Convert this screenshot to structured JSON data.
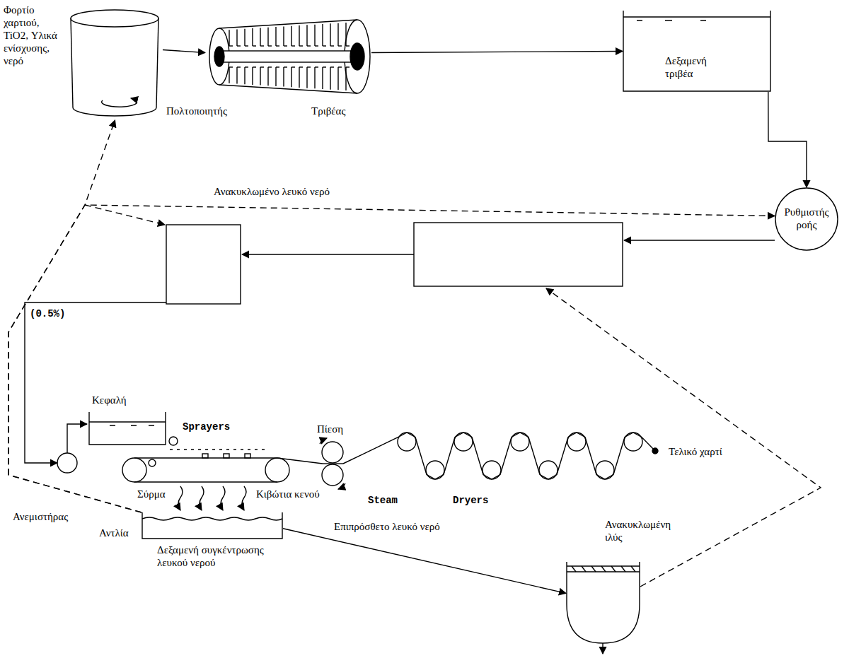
{
  "diagram": {
    "nodes": [
      {
        "text": [
          "Πολτοποιητής"
        ]
      },
      {
        "text": [
          "Τριβέας"
        ]
      },
      {
        "text": [
          "Δεξαμενή τριβέα"
        ]
      },
      {
        "text": [
          "Ρυθμιστής ροής"
        ]
      },
      {
        "text": [
          "Κεφαλή"
        ]
      },
      {
        "text": [
          "Δεξαμενή συγκέντρωσης λευκού νερού"
        ]
      },
      {
        "text": [
          "Ανακυκλωμένη ιλύς"
        ]
      }
    ],
    "edges": [
      {
        "from": 0,
        "to": 1,
        "arrow": "to"
      },
      {
        "from": 1,
        "to": 2,
        "arrow": "to"
      },
      {
        "from": 2,
        "to": 3,
        "arrow": "to"
      },
      {
        "from": 5,
        "to": 0,
        "arrow": "to"
      },
      {
        "from": 5,
        "to": 3,
        "label": "Ανακυκλωμένο λευκό νερό",
        "arrow": "to"
      },
      {
        "from": 5,
        "to": 6,
        "label": "Επιπρόσθετο λευκό νερό",
        "arrow": "to"
      }
    ],
    "labels": [
      "Φορτίο χαρτιού, TiO2, Υλικά ενίσχυσης, νερό",
      "(0.5%)",
      "Sprayers",
      "Πίεση",
      "Steam",
      "Dryers",
      "Τελικό χαρτί",
      "Σύρμα",
      "Αντλία",
      "Κιβώτια κενού",
      "Ανεμιστήρας"
    ]
  }
}
